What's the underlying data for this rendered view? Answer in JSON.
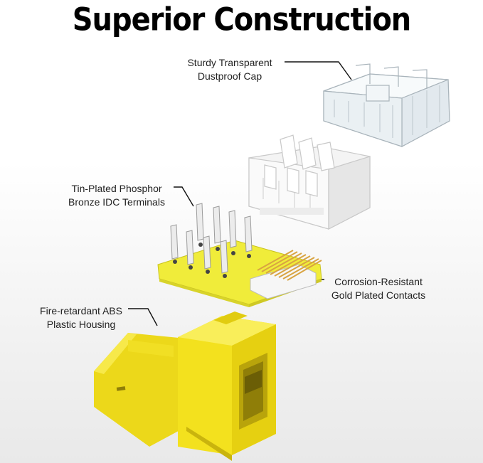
{
  "title": "Superior Construction",
  "callouts": {
    "cap": {
      "line1": "Sturdy Transparent",
      "line2": "Dustproof Cap"
    },
    "terminals": {
      "line1": "Tin-Plated Phosphor",
      "line2": "Bronze IDC Terminals"
    },
    "contacts": {
      "line1": "Corrosion-Resistant",
      "line2": "Gold Plated Contacts"
    },
    "housing": {
      "line1": "Fire-retardant ABS",
      "line2": "Plastic Housing"
    }
  },
  "colors": {
    "housing": "#f3e11e",
    "pcb": "#f0ec3a",
    "gold": "#d9a441",
    "cap": "#dfe7ec"
  },
  "icons": [
    "clear-cap-illustration",
    "white-idc-block-illustration",
    "pcb-terminals-illustration",
    "yellow-keystone-housing-illustration"
  ]
}
